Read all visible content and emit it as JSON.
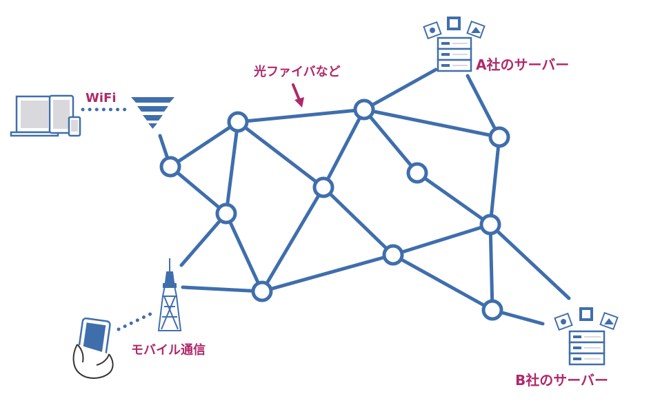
{
  "labels": {
    "wifi": "WiFi",
    "fiber": "光ファイバなど",
    "server_a": "A社のサーバー",
    "server_b": "B社のサーバー",
    "mobile": "モバイル通信"
  },
  "colors": {
    "network": "#3f6eac",
    "label": "#b0286a",
    "device_gray": "#d9d9dd"
  },
  "icons": [
    "laptop-icon",
    "tablet-icon",
    "smartphone-icon",
    "wifi-icon",
    "radio-tower-icon",
    "server-icon",
    "hand-holding-phone-icon"
  ]
}
